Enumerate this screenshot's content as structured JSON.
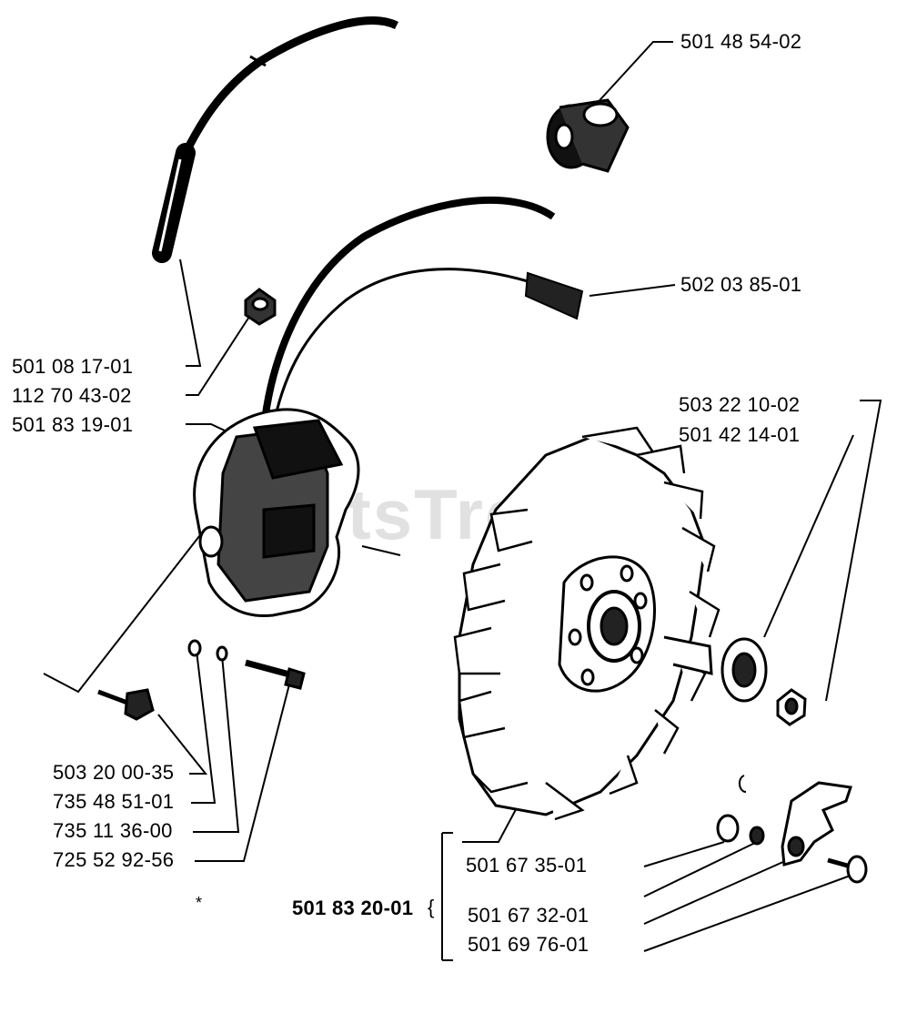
{
  "watermark": "PartsTree",
  "labels": {
    "p501485402": "501 48 54-02",
    "p502038501": "502 03 85-01",
    "p501081701": "501 08 17-01",
    "p112704302": "112 70 43-02",
    "p501831901": "501 83 19-01",
    "p503221002": "503 22 10-02",
    "p501421401": "501 42 14-01",
    "p503200035": "503 20 00-35",
    "p735485101": "735 48 51-01",
    "p735113600": "735 11 36-00",
    "p725529256": "725 52 92-56",
    "p501673501": "501 67 35-01",
    "p501832001": "501 83 20-01",
    "p501673201": "501 67 32-01",
    "p501697601": "501 69 76-01"
  },
  "asterisk": "*",
  "brace": "{"
}
